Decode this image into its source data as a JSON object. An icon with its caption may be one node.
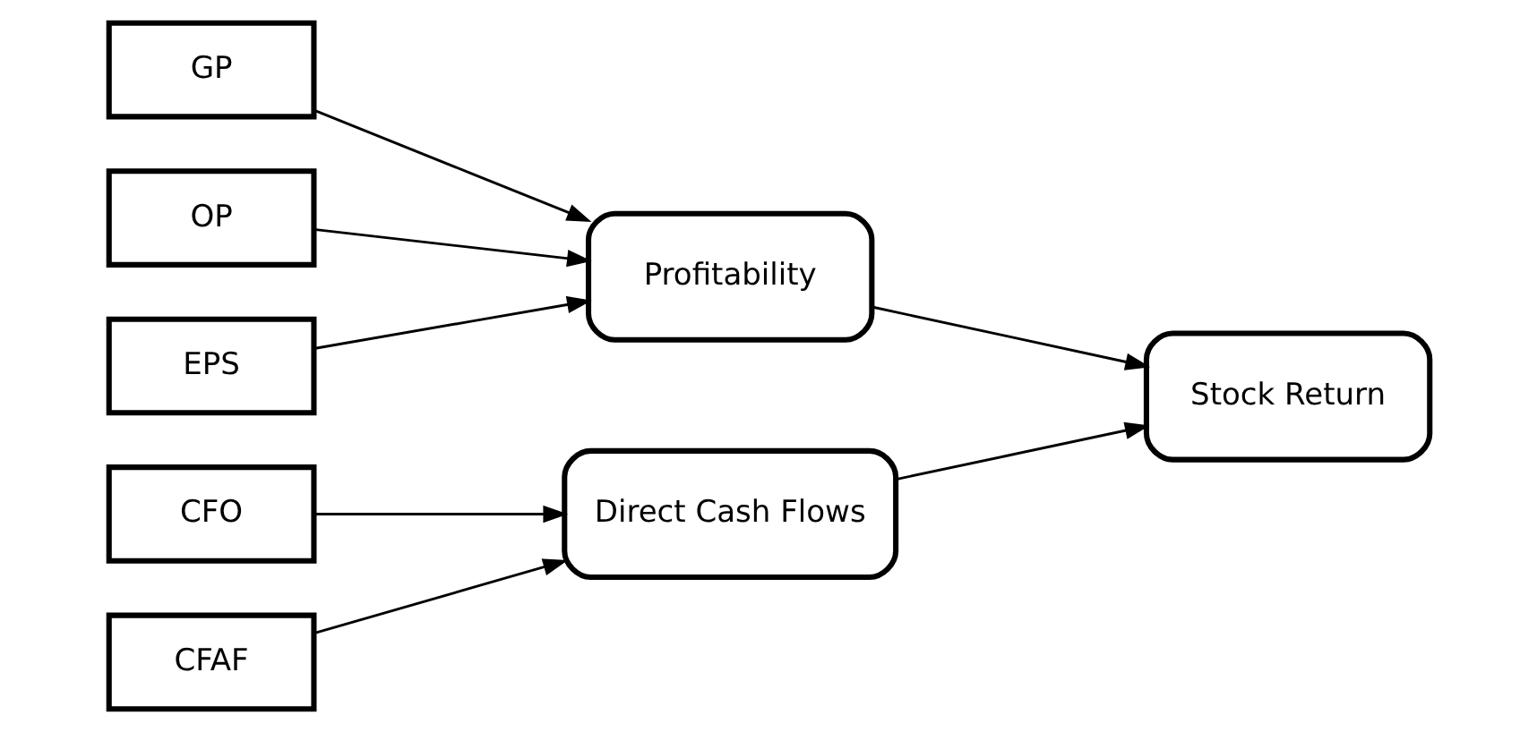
{
  "diagram": {
    "nodes": [
      {
        "text": [
          "GP"
        ]
      },
      {
        "text": [
          "OP"
        ]
      },
      {
        "text": [
          "EPS"
        ]
      },
      {
        "text": [
          "CFO"
        ]
      },
      {
        "text": [
          "CFAF"
        ]
      },
      {
        "text": [
          "Profitability"
        ]
      },
      {
        "text": [
          "Direct Cash Flows"
        ]
      },
      {
        "text": [
          "Stock Return"
        ]
      }
    ],
    "edges": [
      {
        "from": 0,
        "to": 5,
        "arrow": "to"
      },
      {
        "from": 1,
        "to": 5,
        "arrow": "to"
      },
      {
        "from": 2,
        "to": 5,
        "arrow": "to"
      },
      {
        "from": 3,
        "to": 6,
        "arrow": "to"
      },
      {
        "from": 4,
        "to": 6,
        "arrow": "to"
      },
      {
        "from": 5,
        "to": 7,
        "arrow": "to"
      },
      {
        "from": 6,
        "to": 7,
        "arrow": "to"
      }
    ]
  }
}
